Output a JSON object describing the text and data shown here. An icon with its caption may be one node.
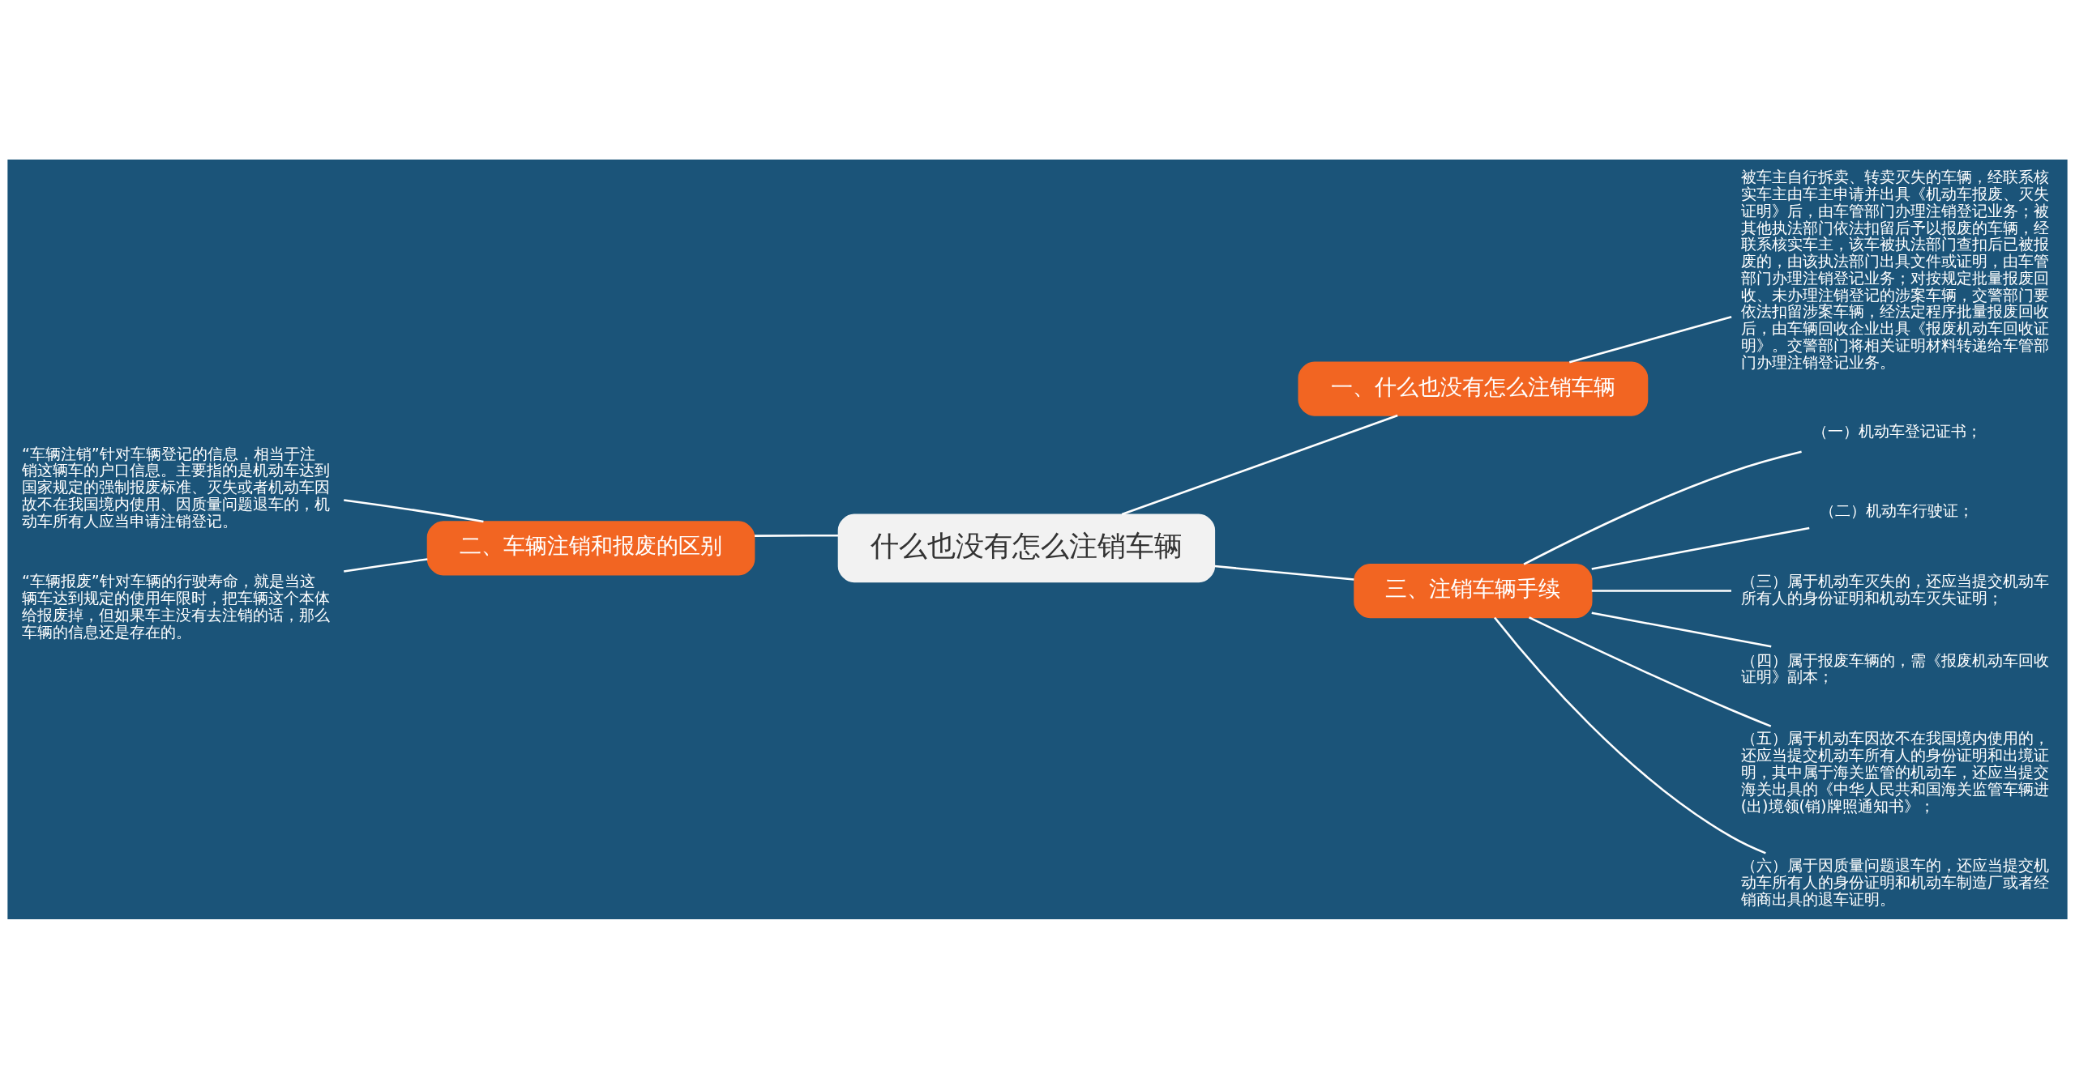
{
  "diagram": {
    "nodes": [
      {
        "text": [
          "什么也没有怎么注销车辆"
        ]
      },
      {
        "text": [
          "一、什么也没有怎么注销车辆"
        ]
      },
      {
        "text": [
          "被车主自行拆卖、转卖灭失的车辆，经联系核实车主由车主申请并出具《机动车报废、灭失证明》后，由车管部门办理注销登记业务；被其他执法部门依法扣留后予以报废的车辆，经联系核实车主，该车被执法部门查扣后已被报废的，由该执法部门出具文件或证明，由车管部门办理注销登记业务；对按规定批量报废回收、未办理注销登记的涉案车辆，交警部门要依法扣留涉案车辆，经法定程序批量报废回收后，由车辆回收企业出具《报废机动车回收证明》。交警部门将相关证明材料转递给车管部门办理注销登记业务。"
        ]
      },
      {
        "text": [
          "二、车辆注销和报废的区别"
        ]
      },
      {
        "text": [
          "“车辆注销”针对车辆登记的信息，相当于注销这辆车的户口信息。主要指的是机动车达到国家规定的强制报废标准、灭失或者机动车因故不在我国境内使用、因质量问题退车的，机动车所有人应当申请注销登记。"
        ]
      },
      {
        "text": [
          "“车辆报废”针对车辆的行驶寿命，就是当这辆车达到规定的使用年限时，把车辆这个本体给报废掉，但如果车主没有去注销的话，那么车辆的信息还是存在的。"
        ]
      },
      {
        "text": [
          "三、注销车辆手续"
        ]
      },
      {
        "text": [
          "（一）机动车登记证书；"
        ]
      },
      {
        "text": [
          "（二）机动车行驶证；"
        ]
      },
      {
        "text": [
          "（三）属于机动车灭失的，还应当提交机动车所有人的身份证明和机动车灭失证明；"
        ]
      },
      {
        "text": [
          "（四）属于报废车辆的，需《报废机动车回收证明》副本；"
        ]
      },
      {
        "text": [
          "（五）属于机动车因故不在我国境内使用的，还应当提交机动车所有人的身份证明和出境证明，其中属于海关监管的机动车，还应当提交海关出具的《中华人民共和国海关监管车辆进(出)境领(销)牌照通知书》；"
        ]
      },
      {
        "text": [
          "（六）属于因质量问题退车的，还应当提交机动车所有人的身份证明和机动车制造厂或者经销商出具的退车证明。"
        ]
      }
    ],
    "edges": [
      {
        "from": 0,
        "to": 1,
        "arrow": "none"
      },
      {
        "from": 1,
        "to": 2,
        "arrow": "none"
      },
      {
        "from": 0,
        "to": 3,
        "arrow": "none"
      },
      {
        "from": 3,
        "to": 4,
        "arrow": "none"
      },
      {
        "from": 3,
        "to": 5,
        "arrow": "none"
      },
      {
        "from": 0,
        "to": 6,
        "arrow": "none"
      },
      {
        "from": 6,
        "to": 7,
        "arrow": "none"
      },
      {
        "from": 6,
        "to": 8,
        "arrow": "none"
      },
      {
        "from": 6,
        "to": 9,
        "arrow": "none"
      },
      {
        "from": 6,
        "to": 10,
        "arrow": "none"
      },
      {
        "from": 6,
        "to": 11,
        "arrow": "none"
      },
      {
        "from": 6,
        "to": 12,
        "arrow": "none"
      }
    ]
  }
}
